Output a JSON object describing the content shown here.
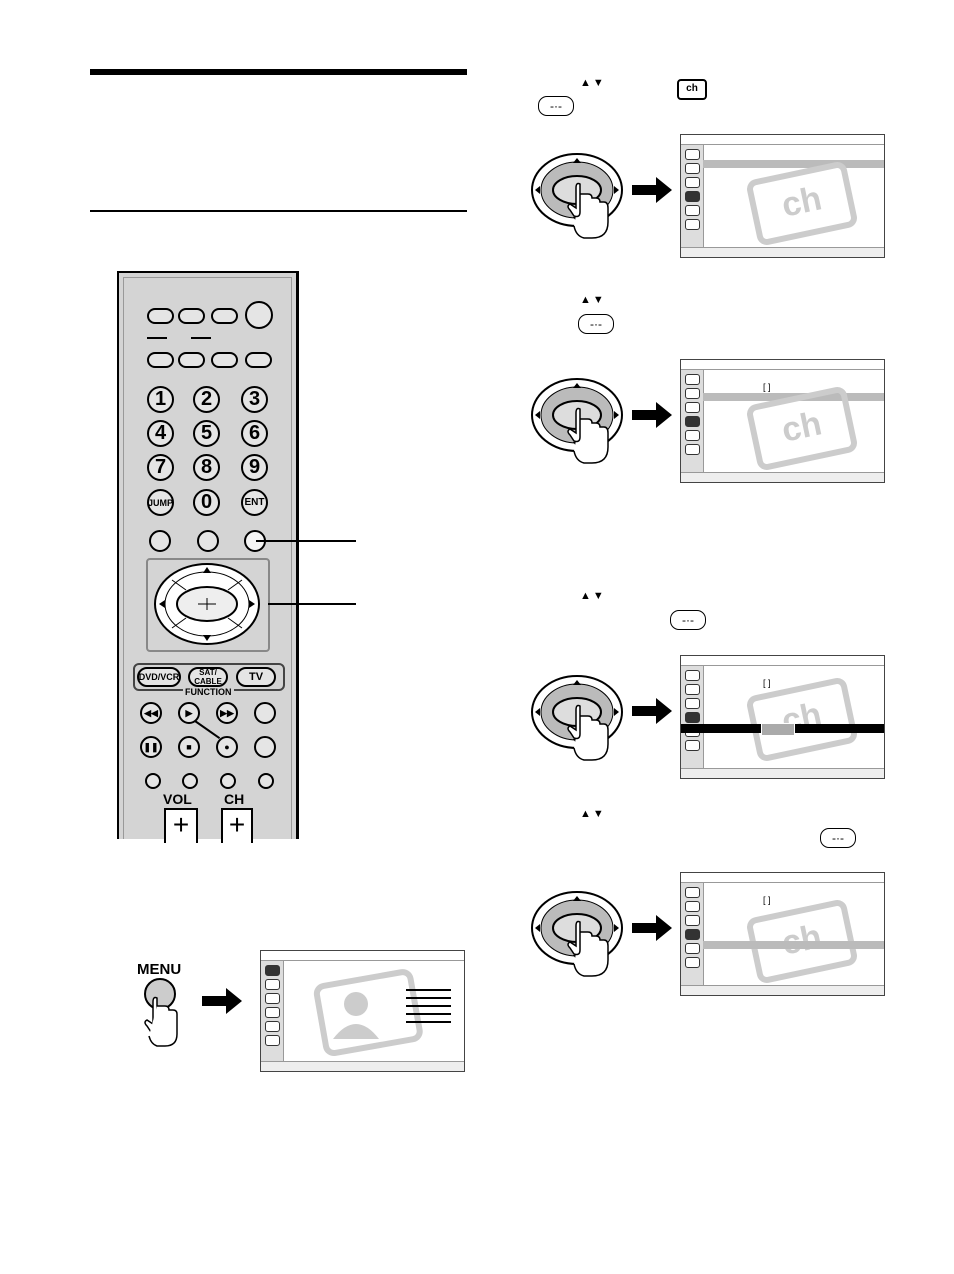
{
  "remote": {
    "number_keys": [
      "1",
      "2",
      "3",
      "4",
      "5",
      "6",
      "7",
      "8",
      "9"
    ],
    "jump_label": "JUMP",
    "zero_label": "0",
    "ent_label": "ENT",
    "dvdvcr_label": "DVD/VCR",
    "satcable_label": "SAT/ CABLE",
    "tv_label": "TV",
    "function_label": "FUNCTION",
    "vol_label": "VOL",
    "ch_label": "CH"
  },
  "menu_step": {
    "menu_label": "MENU"
  },
  "screens": {
    "ch_label": "ch",
    "bracket_text": "[ ]"
  },
  "icons": {
    "updown_arrows": "▲▼",
    "enter_symbol": "-·-"
  }
}
